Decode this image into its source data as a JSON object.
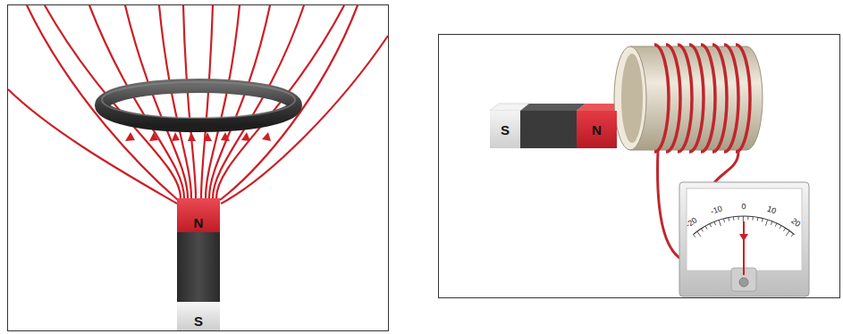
{
  "diagram": {
    "nodes": [
      {
        "text": [
          "N"
        ]
      },
      {
        "text": [
          "S"
        ]
      },
      {
        "text": [
          "S"
        ]
      },
      {
        "text": [
          "N"
        ]
      }
    ],
    "labels": [
      "-20",
      "-10",
      "0",
      "10",
      "20"
    ]
  }
}
